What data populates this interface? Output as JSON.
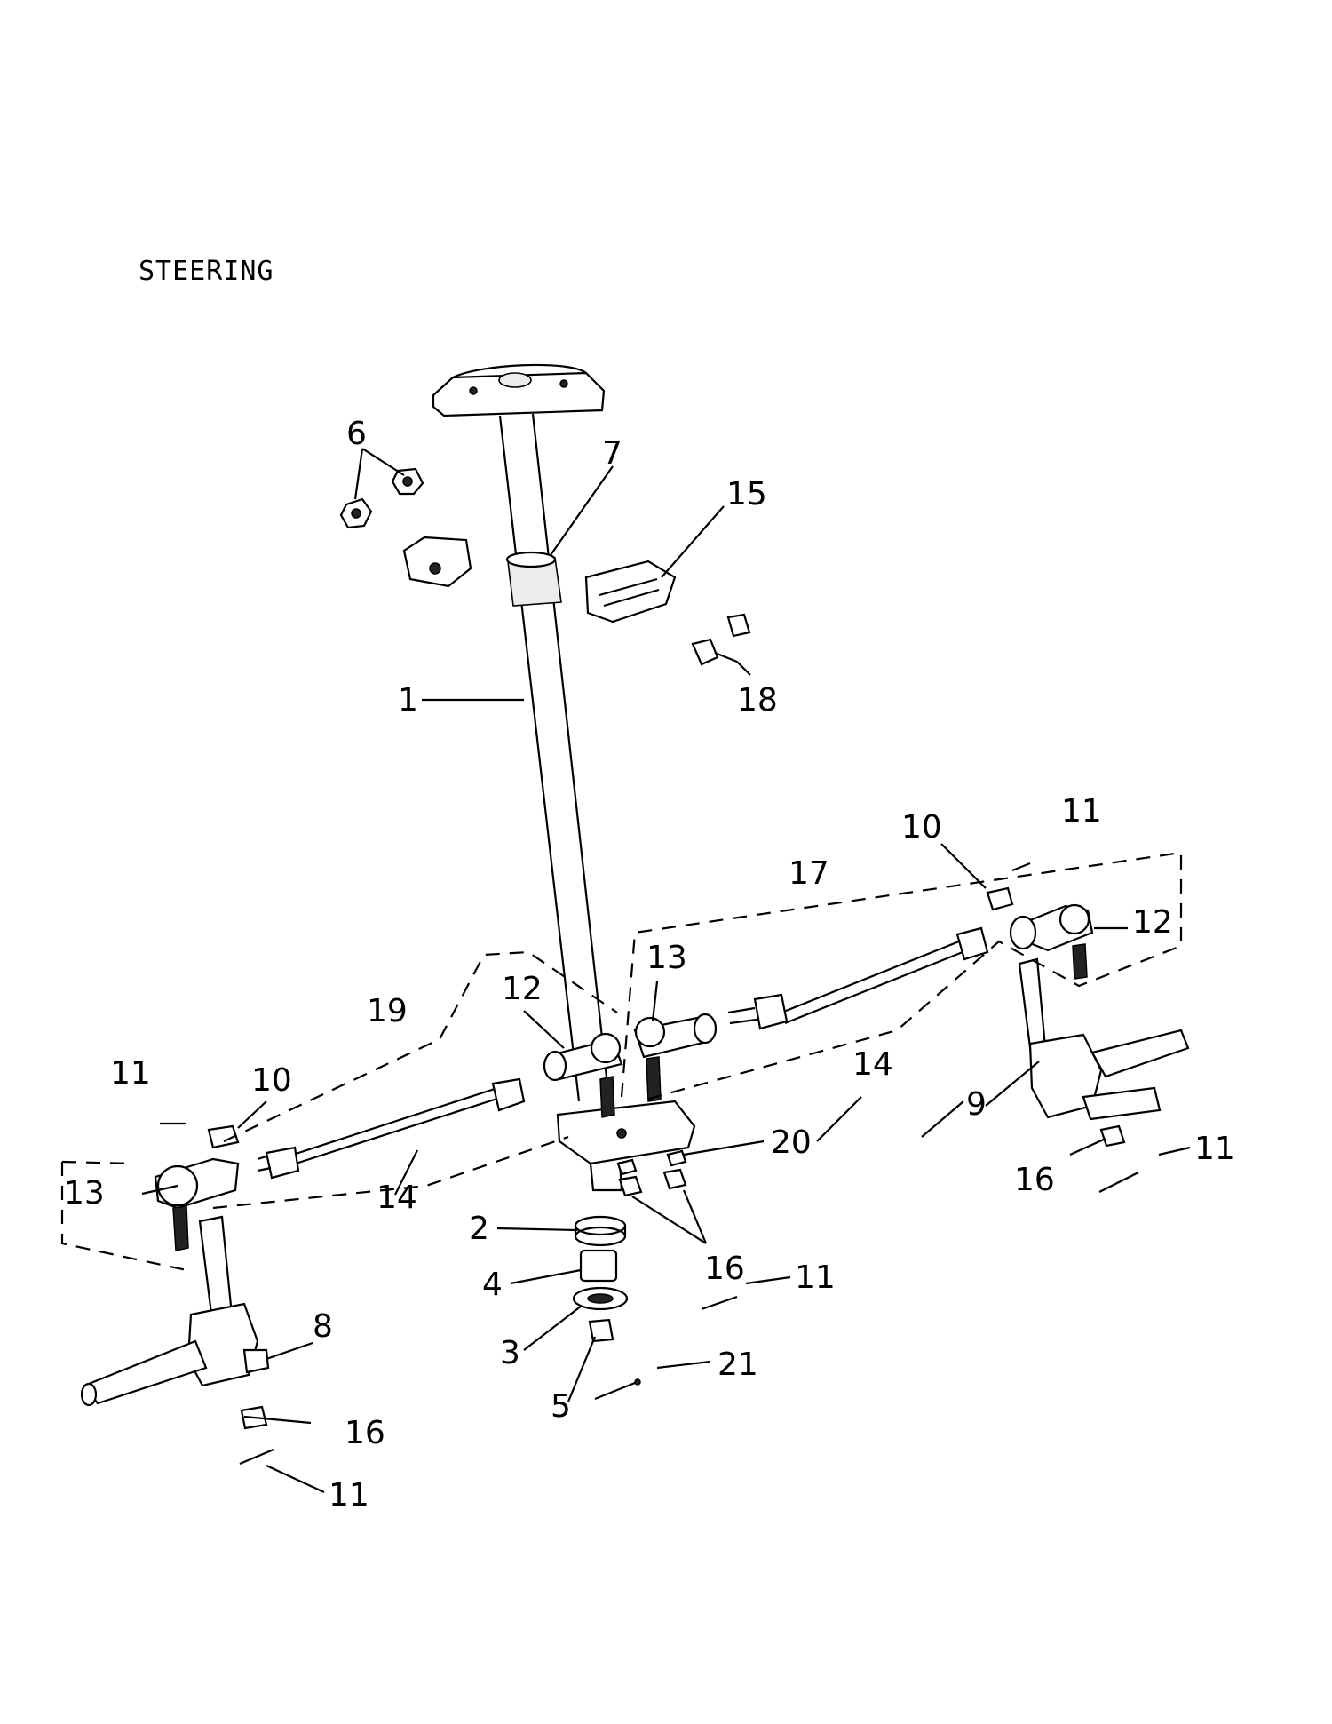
{
  "title": "STEERING",
  "callouts": {
    "c1": "1",
    "c2": "2",
    "c3": "3",
    "c4": "4",
    "c5": "5",
    "c6": "6",
    "c7": "7",
    "c8": "8",
    "c9": "9",
    "c10_left": "10",
    "c10_right": "10",
    "c11_left": "11",
    "c11_left_bottom": "11",
    "c11_center": "11",
    "c11_right_top": "11",
    "c11_right_bottom": "11",
    "c12_center": "12",
    "c12_right": "12",
    "c13_left": "13",
    "c13_center": "13",
    "c14_left": "14",
    "c14_right": "14",
    "c15": "15",
    "c16_left": "16",
    "c16_center": "16",
    "c16_right": "16",
    "c17": "17",
    "c18": "18",
    "c19": "19",
    "c20": "20",
    "c21": "21"
  }
}
